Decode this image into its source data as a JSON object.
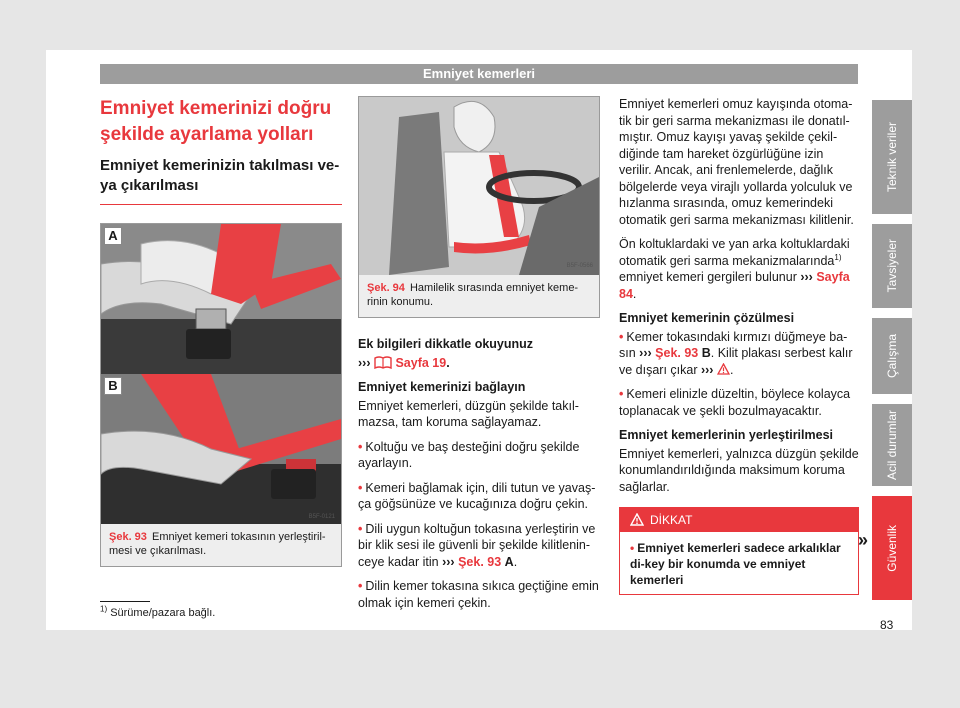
{
  "header": {
    "title": "Emniyet kemerleri"
  },
  "column1": {
    "title": "Emniyet kemerinizi doğru şekilde ayarlama yolları",
    "subtitle": "Emniyet kemerinizin takılması ve-ya çıkarılması",
    "figure": {
      "panel_a_label": "A",
      "panel_b_label": "B",
      "image_code": "B5F-0121",
      "caption_ref": "Şek. 93",
      "caption_text": "Emniyet kemeri tokasının yerleştiril-mesi ve çıkarılması."
    }
  },
  "column2": {
    "figure": {
      "image_code": "B5F-0566",
      "caption_ref": "Şek. 94",
      "caption_text": "Hamilelik sırasında emniyet keme-rinin konumu."
    },
    "info_heading": "Ek bilgileri dikkatle okuyunuz",
    "info_arrows": "›››",
    "info_ref": "Sayfa 19",
    "heading_fasten": "Emniyet kemerinizi bağlayın",
    "para_intro": "Emniyet kemerleri, düzgün şekilde takıl-mazsa, tam koruma sağlayamaz.",
    "bullets": [
      "Koltuğu ve baş desteğini doğru şekilde ayarlayın.",
      "Kemeri bağlamak için, dili tutun ve yavaş-ça göğsünüze ve kucağınıza doğru çekin.",
      "Dili uygun koltuğun tokasına yerleştirin ve bir klik sesi ile güvenli bir şekilde kilitlenin-ceye kadar itin",
      "Dilin kemer tokasına sıkıca geçtiğine emin olmak için kemeri çekin."
    ],
    "bullet3_arrows": "›››",
    "bullet3_ref": "Şek. 93",
    "bullet3_ref_letter": "A"
  },
  "column3": {
    "para1": "Emniyet kemerleri omuz kayışında otoma-tik bir geri sarma mekanizması ile donatıl-mıştır. Omuz kayışı yavaş şekilde çekil-diğinde tam hareket özgürlüğüne izin verilir. Ancak, ani frenlemelerde, dağlık bölgelerde veya virajlı yollarda yolculuk ve hızlanma sırasında, omuz kemerindeki otomatik geri sarma mekanizması kilitlenir.",
    "para2_a": "Ön koltuklardaki ve yan arka koltuklardaki otomatik geri sarma mekanizmalarında",
    "para2_sup": "1)",
    "para2_b": "emniyet kemeri gergileri bulunur",
    "para2_arrows": "›››",
    "para2_ref": "Sayfa 84",
    "heading_unfasten": "Emniyet kemerinin çözülmesi",
    "unfasten_b1_a": "Kemer tokasındaki kırmızı düğmeye ba-sın",
    "unfasten_b1_arrows": "›››",
    "unfasten_b1_ref": "Şek. 93",
    "unfasten_b1_letter": "B",
    "unfasten_b1_b": ". Kilit plakası serbest kalır ve dışarı çıkar",
    "unfasten_b1_arrows2": "›››",
    "unfasten_b2": "Kemeri elinizle düzeltin, böylece kolayca toplanacak ve şekli bozulmayacaktır.",
    "heading_placement": "Emniyet kemerlerinin yerleştirilmesi",
    "para_placement": "Emniyet kemerleri, yalnızca düzgün şekilde konumlandırıldığında maksimum koruma sağlarlar.",
    "warning": {
      "title": "DİKKAT",
      "text": "Emniyet kemerleri sadece arkalıklar di-key bir konumda ve emniyet kemerleri"
    },
    "continue_mark": "»"
  },
  "side_tabs": [
    {
      "label": "Teknik veriler",
      "active": false
    },
    {
      "label": "Tavsiyeler",
      "active": false
    },
    {
      "label": "Çalışma",
      "active": false
    },
    {
      "label": "Acil durumlar",
      "active": false
    },
    {
      "label": "Güvenlik",
      "active": true
    }
  ],
  "footnote": {
    "mark": "1)",
    "text": "Sürüme/pazara bağlı."
  },
  "page_number": "83",
  "colors": {
    "accent": "#e8383d",
    "tab_gray": "#9d9d9d",
    "caption_bg": "#eeeeee"
  }
}
